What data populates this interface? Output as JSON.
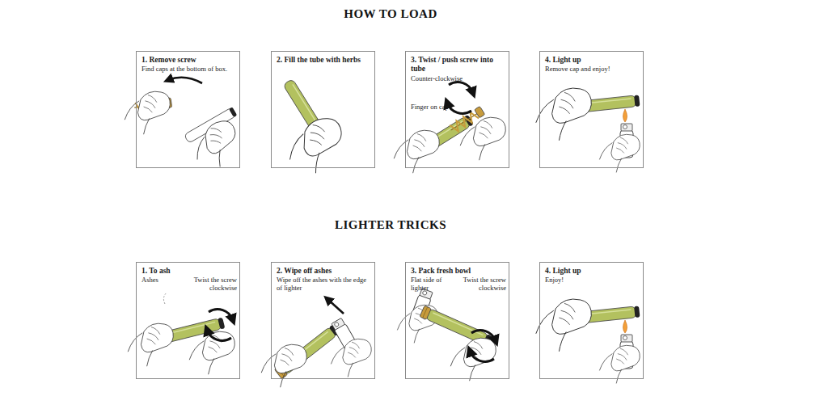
{
  "diagram": {
    "nodes": [
      {
        "text": [
          "1. Remove screw",
          "Find caps at the bottom of box."
        ]
      },
      {
        "text": [
          "2. Fill the tube with herbs"
        ]
      },
      {
        "text": [
          "3. Twist / push screw into tube",
          "Counter-clockwise",
          "Finger on cap"
        ]
      },
      {
        "text": [
          "4. Light up",
          "Remove cap and enjoy!"
        ]
      },
      {
        "text": [
          "1. To ash",
          "Ashes",
          "Twist the screw clockwise"
        ]
      },
      {
        "text": [
          "2. Wipe off ashes",
          "Wipe off the ashes with the edge of lighter"
        ]
      },
      {
        "text": [
          "3. Pack fresh bowl",
          "Flat side of lighter",
          "Twist the screw clockwise"
        ]
      },
      {
        "text": [
          "4. Light up",
          "Enjoy!"
        ]
      }
    ],
    "labels": [
      "HOW TO LOAD",
      "LIGHTER TRICKS"
    ]
  }
}
